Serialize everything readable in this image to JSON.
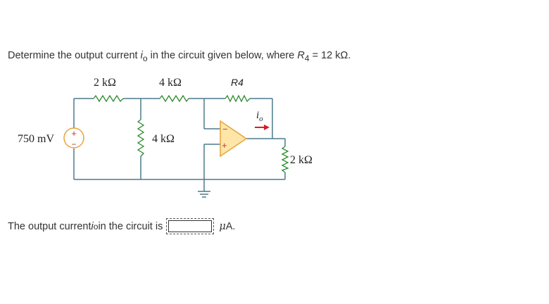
{
  "question": {
    "prefix": "Determine the output current ",
    "current_symbol": "i",
    "current_sub": "o",
    "middle": " in the circuit given below, where ",
    "resistor_symbol": "R",
    "resistor_sub": "4",
    "suffix": " = 12 kΩ."
  },
  "circuit": {
    "source_label": "750 mV",
    "source_plus": "+",
    "source_minus": "−",
    "r1_label": "2 kΩ",
    "r2_label": "4 kΩ",
    "r4_label": "R4",
    "r3_label": "4 kΩ",
    "rl_label": "2 kΩ",
    "io_label": "i",
    "io_sub": "o",
    "opamp_minus": "−",
    "opamp_plus": "+",
    "colors": {
      "wire": "#4a7a8c",
      "opamp_fill": "#fde6a8",
      "opamp_stroke": "#e8a33a",
      "source_stroke": "#e8a33a",
      "resistor": "#2c8a2c",
      "arrow": "#d62020"
    }
  },
  "answer": {
    "prefix": "The output current ",
    "current_symbol": "i",
    "current_sub": "o",
    "middle": " in the circuit is",
    "unit_mu": "μ",
    "unit_rest": " A."
  }
}
